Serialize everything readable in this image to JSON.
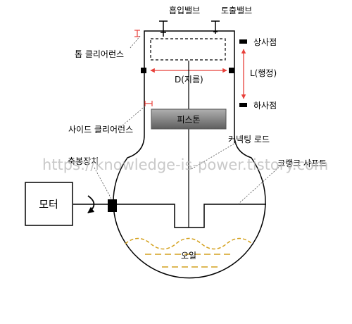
{
  "labels": {
    "intake_valve": "흡입밸브",
    "exhaust_valve": "토출밸브",
    "top_clearance": "톱 클리어런스",
    "top_dead_center": "상사점",
    "stroke": "L(행정)",
    "diameter": "D(지름)",
    "bottom_dead_center": "하사점",
    "side_clearance": "사이드 클리어런스",
    "piston": "피스톤",
    "connecting_rod": "커넥팅 로드",
    "crankshaft": "크랭크 샤프트",
    "shaft_seal": "축봉장치",
    "motor": "모터",
    "oil": "오일",
    "watermark": "https://knowledge-is-power.tistory.com"
  },
  "colors": {
    "outline": "#000000",
    "dimension_red": "#e8403a",
    "oil_gold": "#d4a11e",
    "piston_top": "#b0b0b0",
    "piston_bottom": "#5f5f5f",
    "leader_gray": "#555555"
  }
}
